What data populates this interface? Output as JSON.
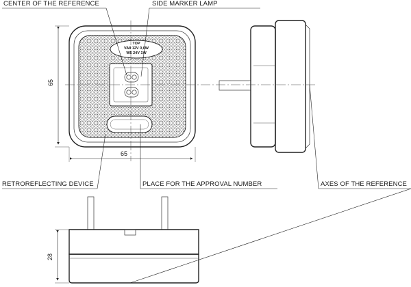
{
  "labels": {
    "center_of_reference": "CENTER OF THE REFERENCE",
    "side_marker_lamp": "SIDE MARKER LAMP",
    "retroreflecting_device": "RETROREFLECTING DEVICE",
    "approval_place": "PLACE FOR THE APPROVAL NUMBER",
    "axes_of_reference": "AXES OF THE REFERENCE"
  },
  "dimensions": {
    "height_front": "65",
    "width_front": "65",
    "depth_bottom": "28"
  },
  "lamp_marking": {
    "line1": "TOP",
    "line2": "VA8 12V 0,6W",
    "line3": "W5 24V 1W"
  }
}
